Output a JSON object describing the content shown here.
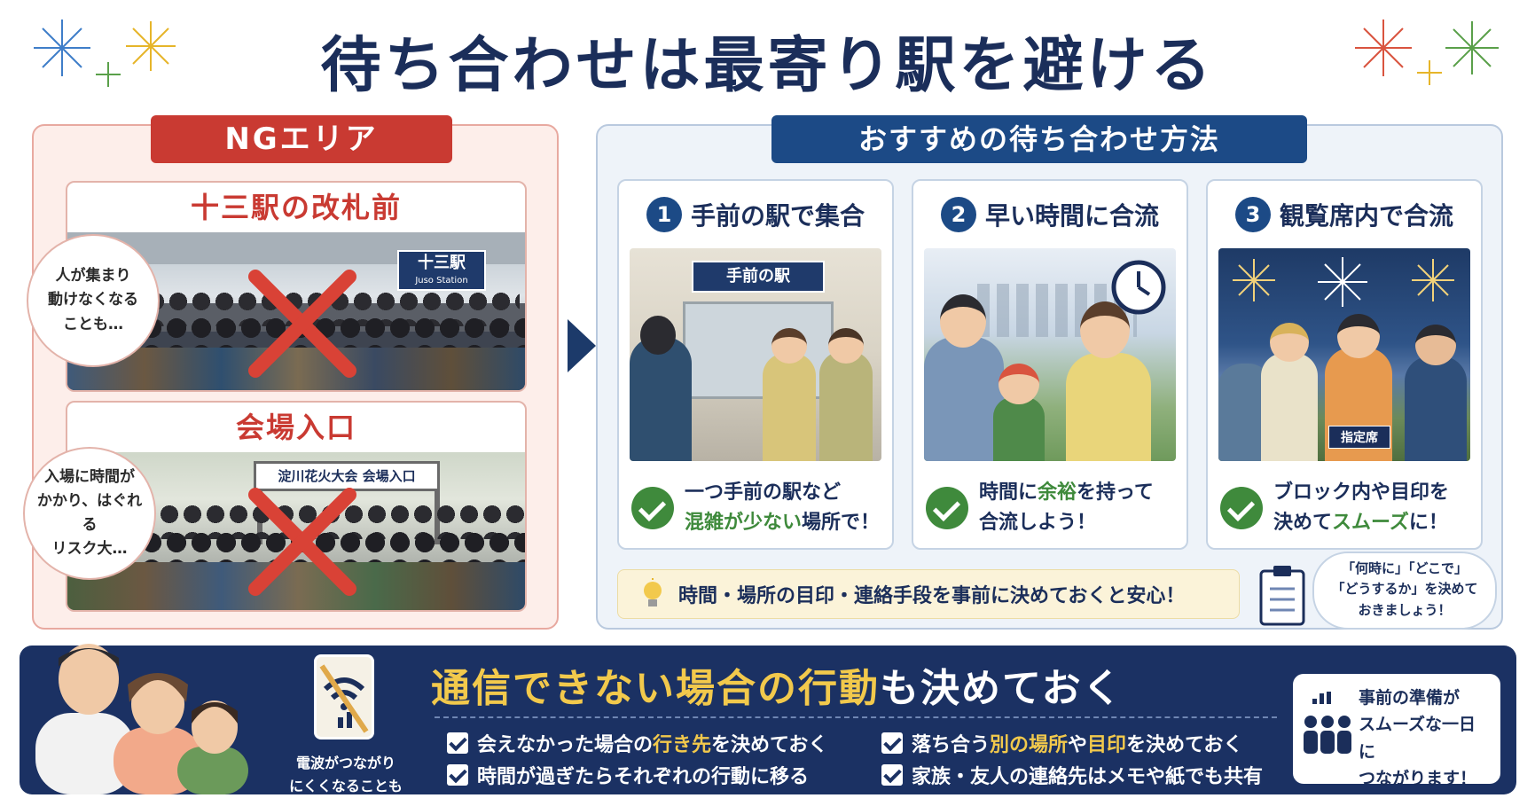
{
  "title": "待ち合わせは最寄り駅を避ける",
  "colors": {
    "navy": "#1b2e5a",
    "red": "#c93a32",
    "blue": "#1c4a86",
    "green": "#3f8a3c",
    "gold": "#f2c94c"
  },
  "ng": {
    "tag": "NGエリア",
    "cards": [
      {
        "title": "十三駅の改札前",
        "sign": "十三駅",
        "sign_sub": "Juso Station",
        "bubble": "人が集まり\n動けなくなる\nことも…"
      },
      {
        "title": "会場入口",
        "sign": "淀川花火大会 会場入口",
        "bubble": "入場に時間が\nかかり、はぐれる\nリスク大…"
      }
    ]
  },
  "rec": {
    "tag": "おすすめの待ち合わせ方法",
    "cards": [
      {
        "num": "1",
        "title": "手前の駅で集合",
        "sign": "手前の駅",
        "text_a": "一つ手前の駅など",
        "text_b_hl": "混雑が少ない",
        "text_b": "場所で！"
      },
      {
        "num": "2",
        "title": "早い時間に合流",
        "text_a1": "時間に",
        "text_a_hl": "余裕",
        "text_a2": "を持って",
        "text_b": "合流しよう！"
      },
      {
        "num": "3",
        "title": "観覧席内で合流",
        "sign": "指定席",
        "text_a": "ブロック内や目印を",
        "text_b1": "決めて",
        "text_b_hl": "スムーズ",
        "text_b2": "に！"
      }
    ],
    "tip": "時間・場所の目印・連絡手段を事前に決めておくと安心！",
    "memo": "「何時に」「どこで」\n「どうするか」を決めて\nおきましょう！"
  },
  "bottom": {
    "title_a": "通信できない場合の行動",
    "title_b": "も決めておく",
    "signal_caption": "電波がつながり\nにくくなることも",
    "items": [
      {
        "a": "会えなかった場合の",
        "hl": "行き先",
        "b": "を決めておく"
      },
      {
        "a": "時間が過ぎたらそれぞれの行動に移る",
        "hl": "",
        "b": ""
      },
      {
        "a": "落ち合う",
        "hl": "別の場所",
        "b": "や",
        "hl2": "目印",
        "c": "を決めておく"
      },
      {
        "a": "家族・友人の連絡先はメモや紙でも共有",
        "hl": "",
        "b": ""
      }
    ],
    "ready": "事前の準備が\nスムーズな一日に\nつながります！"
  }
}
